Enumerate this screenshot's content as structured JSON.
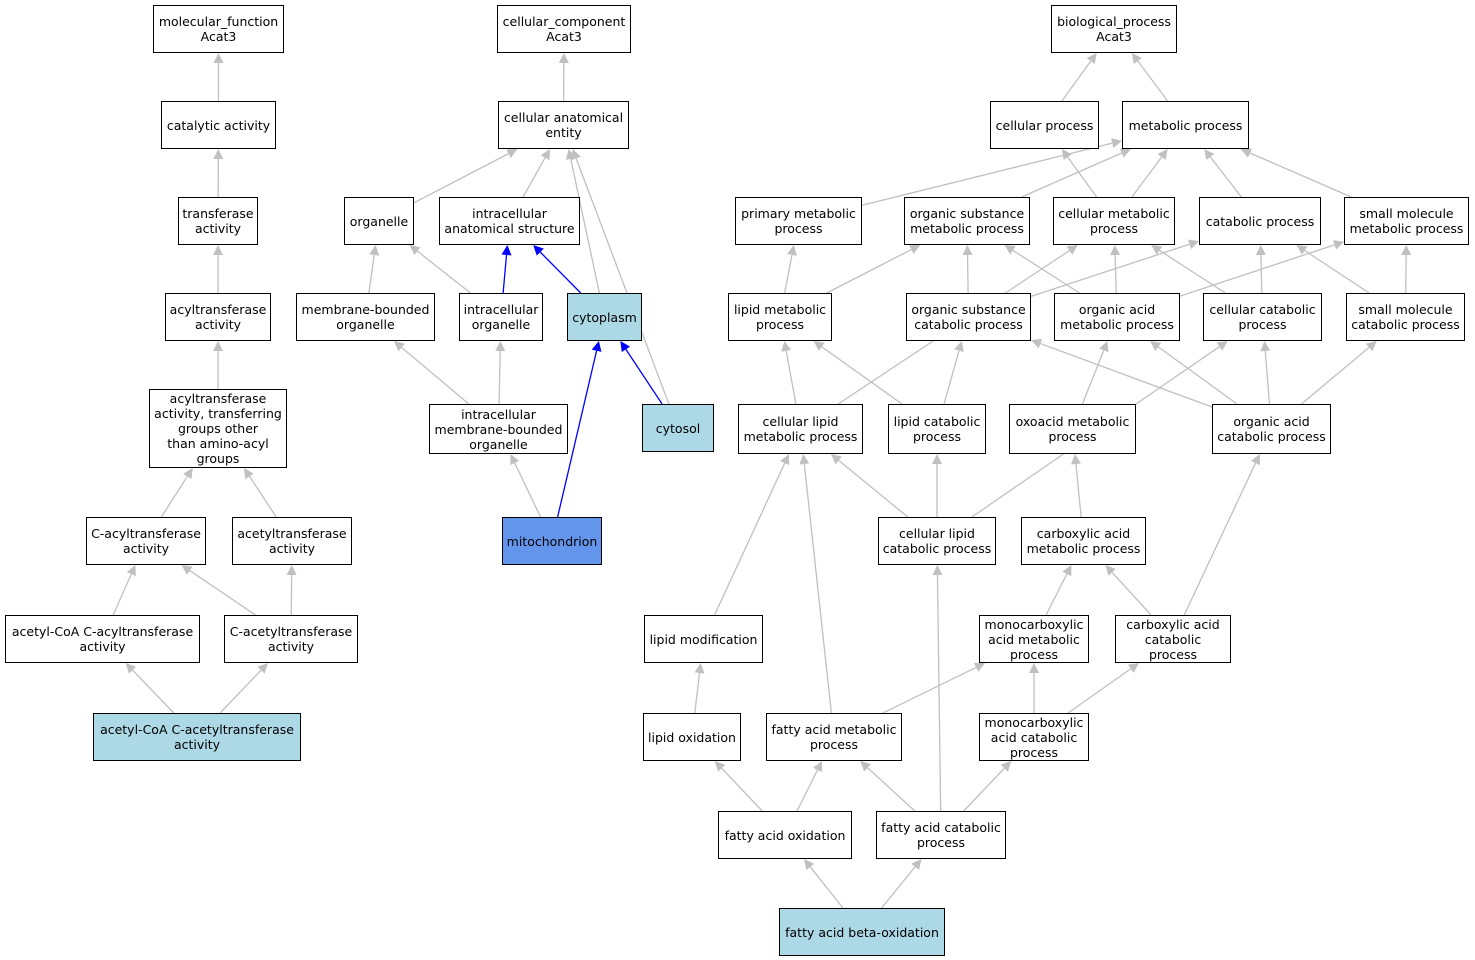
{
  "nodes": [
    {
      "id": "mf",
      "label": "molecular_function\nAcat3",
      "style": "plain"
    },
    {
      "id": "cat",
      "label": "catalytic activity",
      "style": "plain"
    },
    {
      "id": "trans",
      "label": "transferase\nactivity",
      "style": "plain"
    },
    {
      "id": "acyltr",
      "label": "acyltransferase\nactivity",
      "style": "plain"
    },
    {
      "id": "acylother",
      "label": "acyltransferase\nactivity, transferring\ngroups other\nthan amino-acyl\ngroups",
      "style": "plain"
    },
    {
      "id": "cacyl",
      "label": "C-acyltransferase\nactivity",
      "style": "plain"
    },
    {
      "id": "acetyltr",
      "label": "acetyltransferase\nactivity",
      "style": "plain"
    },
    {
      "id": "acoacyl",
      "label": "acetyl-CoA C-acyltransferase\nactivity",
      "style": "plain"
    },
    {
      "id": "cacetyl",
      "label": "C-acetyltransferase\nactivity",
      "style": "plain"
    },
    {
      "id": "acoacetyl",
      "label": "acetyl-CoA C-acetyltransferase\nactivity",
      "style": "light"
    },
    {
      "id": "cc",
      "label": "cellular_component\nAcat3",
      "style": "plain"
    },
    {
      "id": "cae",
      "label": "cellular anatomical\nentity",
      "style": "plain"
    },
    {
      "id": "organelle",
      "label": "organelle",
      "style": "plain"
    },
    {
      "id": "ias",
      "label": "intracellular\nanatomical structure",
      "style": "plain"
    },
    {
      "id": "mbo",
      "label": "membrane-bounded\norganelle",
      "style": "plain"
    },
    {
      "id": "io",
      "label": "intracellular\norganelle",
      "style": "plain"
    },
    {
      "id": "cyto",
      "label": "cytoplasm",
      "style": "light"
    },
    {
      "id": "imbo",
      "label": "intracellular\nmembrane-bounded\norganelle",
      "style": "plain"
    },
    {
      "id": "cytosol",
      "label": "cytosol",
      "style": "light"
    },
    {
      "id": "mito",
      "label": "mitochondrion",
      "style": "blue"
    },
    {
      "id": "bp",
      "label": "biological_process\nAcat3",
      "style": "plain"
    },
    {
      "id": "cp",
      "label": "cellular process",
      "style": "plain"
    },
    {
      "id": "mp",
      "label": "metabolic process",
      "style": "plain"
    },
    {
      "id": "pmp",
      "label": "primary metabolic\nprocess",
      "style": "plain"
    },
    {
      "id": "osmp",
      "label": "organic substance\nmetabolic process",
      "style": "plain"
    },
    {
      "id": "cmp",
      "label": "cellular metabolic\nprocess",
      "style": "plain"
    },
    {
      "id": "catp",
      "label": "catabolic process",
      "style": "plain"
    },
    {
      "id": "smmp",
      "label": "small molecule\nmetabolic process",
      "style": "plain"
    },
    {
      "id": "lmp",
      "label": "lipid metabolic\nprocess",
      "style": "plain"
    },
    {
      "id": "oscp",
      "label": "organic substance\ncatabolic process",
      "style": "plain"
    },
    {
      "id": "oamp",
      "label": "organic acid\nmetabolic process",
      "style": "plain"
    },
    {
      "id": "ccp",
      "label": "cellular catabolic\nprocess",
      "style": "plain"
    },
    {
      "id": "smcp",
      "label": "small molecule\ncatabolic process",
      "style": "plain"
    },
    {
      "id": "clmp",
      "label": "cellular lipid\nmetabolic process",
      "style": "plain"
    },
    {
      "id": "lcp",
      "label": "lipid catabolic\nprocess",
      "style": "plain"
    },
    {
      "id": "oxmp",
      "label": "oxoacid metabolic\nprocess",
      "style": "plain"
    },
    {
      "id": "oacp",
      "label": "organic acid\ncatabolic process",
      "style": "plain"
    },
    {
      "id": "clcp",
      "label": "cellular lipid\ncatabolic process",
      "style": "plain"
    },
    {
      "id": "camp",
      "label": "carboxylic acid\nmetabolic process",
      "style": "plain"
    },
    {
      "id": "lmod",
      "label": "lipid modification",
      "style": "plain"
    },
    {
      "id": "mcamp",
      "label": "monocarboxylic\nacid metabolic\nprocess",
      "style": "plain"
    },
    {
      "id": "cacp",
      "label": "carboxylic acid\ncatabolic process",
      "style": "plain"
    },
    {
      "id": "lox",
      "label": "lipid oxidation",
      "style": "plain"
    },
    {
      "id": "famp",
      "label": "fatty acid metabolic\nprocess",
      "style": "plain"
    },
    {
      "id": "mcacp",
      "label": "monocarboxylic\nacid catabolic\nprocess",
      "style": "plain"
    },
    {
      "id": "fao",
      "label": "fatty acid oxidation",
      "style": "plain"
    },
    {
      "id": "facp",
      "label": "fatty acid catabolic\nprocess",
      "style": "plain"
    },
    {
      "id": "fabo",
      "label": "fatty acid beta-oxidation",
      "style": "light"
    }
  ],
  "edges": [
    {
      "from": "cat",
      "to": "mf",
      "color": "#c0c0c0"
    },
    {
      "from": "trans",
      "to": "cat",
      "color": "#c0c0c0"
    },
    {
      "from": "acyltr",
      "to": "trans",
      "color": "#c0c0c0"
    },
    {
      "from": "acylother",
      "to": "acyltr",
      "color": "#c0c0c0"
    },
    {
      "from": "cacyl",
      "to": "acylother",
      "color": "#c0c0c0"
    },
    {
      "from": "acetyltr",
      "to": "acylother",
      "color": "#c0c0c0"
    },
    {
      "from": "acoacyl",
      "to": "cacyl",
      "color": "#c0c0c0"
    },
    {
      "from": "cacetyl",
      "to": "cacyl",
      "color": "#c0c0c0"
    },
    {
      "from": "cacetyl",
      "to": "acetyltr",
      "color": "#c0c0c0"
    },
    {
      "from": "acoacetyl",
      "to": "acoacyl",
      "color": "#c0c0c0"
    },
    {
      "from": "acoacetyl",
      "to": "cacetyl",
      "color": "#c0c0c0"
    },
    {
      "from": "cae",
      "to": "cc",
      "color": "#c0c0c0"
    },
    {
      "from": "organelle",
      "to": "cae",
      "color": "#c0c0c0"
    },
    {
      "from": "ias",
      "to": "cae",
      "color": "#c0c0c0"
    },
    {
      "from": "cyto",
      "to": "cae",
      "color": "#c0c0c0"
    },
    {
      "from": "cytosol",
      "to": "cae",
      "color": "#c0c0c0"
    },
    {
      "from": "mbo",
      "to": "organelle",
      "color": "#c0c0c0"
    },
    {
      "from": "io",
      "to": "organelle",
      "color": "#c0c0c0"
    },
    {
      "from": "io",
      "to": "ias",
      "color": "#0000ff"
    },
    {
      "from": "cyto",
      "to": "ias",
      "color": "#0000ff"
    },
    {
      "from": "imbo",
      "to": "mbo",
      "color": "#c0c0c0"
    },
    {
      "from": "imbo",
      "to": "io",
      "color": "#c0c0c0"
    },
    {
      "from": "cytosol",
      "to": "cyto",
      "color": "#0000ff"
    },
    {
      "from": "mito",
      "to": "imbo",
      "color": "#c0c0c0"
    },
    {
      "from": "mito",
      "to": "cyto",
      "color": "#0000ff"
    },
    {
      "from": "cp",
      "to": "bp",
      "color": "#c0c0c0"
    },
    {
      "from": "mp",
      "to": "bp",
      "color": "#c0c0c0"
    },
    {
      "from": "pmp",
      "to": "mp",
      "color": "#c0c0c0"
    },
    {
      "from": "osmp",
      "to": "mp",
      "color": "#c0c0c0"
    },
    {
      "from": "cmp",
      "to": "mp",
      "color": "#c0c0c0"
    },
    {
      "from": "cmp",
      "to": "cp",
      "color": "#c0c0c0"
    },
    {
      "from": "catp",
      "to": "mp",
      "color": "#c0c0c0"
    },
    {
      "from": "smmp",
      "to": "mp",
      "color": "#c0c0c0"
    },
    {
      "from": "lmp",
      "to": "pmp",
      "color": "#c0c0c0"
    },
    {
      "from": "lmp",
      "to": "osmp",
      "color": "#c0c0c0"
    },
    {
      "from": "oscp",
      "to": "osmp",
      "color": "#c0c0c0"
    },
    {
      "from": "oscp",
      "to": "catp",
      "color": "#c0c0c0"
    },
    {
      "from": "oamp",
      "to": "osmp",
      "color": "#c0c0c0"
    },
    {
      "from": "oamp",
      "to": "cmp",
      "color": "#c0c0c0"
    },
    {
      "from": "oamp",
      "to": "smmp",
      "color": "#c0c0c0"
    },
    {
      "from": "ccp",
      "to": "cmp",
      "color": "#c0c0c0"
    },
    {
      "from": "ccp",
      "to": "catp",
      "color": "#c0c0c0"
    },
    {
      "from": "smcp",
      "to": "smmp",
      "color": "#c0c0c0"
    },
    {
      "from": "smcp",
      "to": "catp",
      "color": "#c0c0c0"
    },
    {
      "from": "clmp",
      "to": "lmp",
      "color": "#c0c0c0"
    },
    {
      "from": "clmp",
      "to": "cmp",
      "color": "#c0c0c0"
    },
    {
      "from": "lcp",
      "to": "lmp",
      "color": "#c0c0c0"
    },
    {
      "from": "lcp",
      "to": "oscp",
      "color": "#c0c0c0"
    },
    {
      "from": "oxmp",
      "to": "oamp",
      "color": "#c0c0c0"
    },
    {
      "from": "oacp",
      "to": "oscp",
      "color": "#c0c0c0"
    },
    {
      "from": "oacp",
      "to": "oamp",
      "color": "#c0c0c0"
    },
    {
      "from": "oacp",
      "to": "ccp",
      "color": "#c0c0c0"
    },
    {
      "from": "oacp",
      "to": "smcp",
      "color": "#c0c0c0"
    },
    {
      "from": "clcp",
      "to": "clmp",
      "color": "#c0c0c0"
    },
    {
      "from": "clcp",
      "to": "lcp",
      "color": "#c0c0c0"
    },
    {
      "from": "clcp",
      "to": "ccp",
      "color": "#c0c0c0"
    },
    {
      "from": "camp",
      "to": "oxmp",
      "color": "#c0c0c0"
    },
    {
      "from": "lmod",
      "to": "clmp",
      "color": "#c0c0c0"
    },
    {
      "from": "mcamp",
      "to": "camp",
      "color": "#c0c0c0"
    },
    {
      "from": "cacp",
      "to": "camp",
      "color": "#c0c0c0"
    },
    {
      "from": "cacp",
      "to": "oacp",
      "color": "#c0c0c0"
    },
    {
      "from": "lox",
      "to": "lmod",
      "color": "#c0c0c0"
    },
    {
      "from": "famp",
      "to": "clmp",
      "color": "#c0c0c0"
    },
    {
      "from": "famp",
      "to": "mcamp",
      "color": "#c0c0c0"
    },
    {
      "from": "mcacp",
      "to": "mcamp",
      "color": "#c0c0c0"
    },
    {
      "from": "mcacp",
      "to": "cacp",
      "color": "#c0c0c0"
    },
    {
      "from": "fao",
      "to": "lox",
      "color": "#c0c0c0"
    },
    {
      "from": "fao",
      "to": "famp",
      "color": "#c0c0c0"
    },
    {
      "from": "facp",
      "to": "famp",
      "color": "#c0c0c0"
    },
    {
      "from": "facp",
      "to": "clcp",
      "color": "#c0c0c0"
    },
    {
      "from": "facp",
      "to": "mcacp",
      "color": "#c0c0c0"
    },
    {
      "from": "fabo",
      "to": "fao",
      "color": "#c0c0c0"
    },
    {
      "from": "fabo",
      "to": "facp",
      "color": "#c0c0c0"
    }
  ]
}
